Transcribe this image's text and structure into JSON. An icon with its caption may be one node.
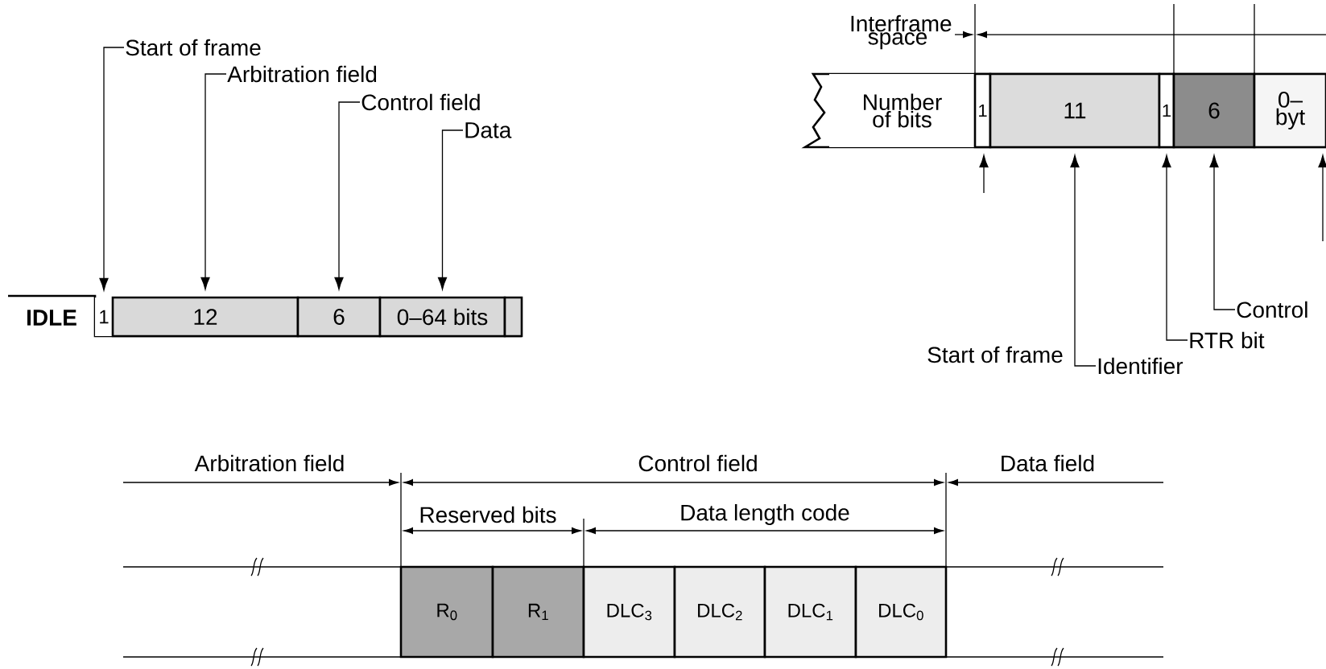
{
  "diagram": {
    "nodes": [
      {
        "text": [
          "Start of frame"
        ]
      },
      {
        "text": [
          "Arbitration field"
        ]
      },
      {
        "text": [
          "Control field"
        ]
      },
      {
        "text": [
          "Data"
        ]
      },
      {
        "text": [
          "IDLE"
        ]
      },
      {
        "text": [
          "1"
        ]
      },
      {
        "text": [
          "12"
        ]
      },
      {
        "text": [
          "6"
        ]
      },
      {
        "text": [
          "0–64 bits"
        ]
      },
      {
        "text": [],
        "shape": "box"
      },
      {
        "text": [
          "Number of bits"
        ]
      },
      {
        "text": [
          "1"
        ]
      },
      {
        "text": [
          "11"
        ]
      },
      {
        "text": [
          "1"
        ]
      },
      {
        "text": [
          "6"
        ]
      },
      {
        "text": [
          "0– byt"
        ]
      },
      {
        "text": [
          "Identifier"
        ]
      },
      {
        "text": [
          "RTR bit"
        ]
      },
      {
        "text": [
          "Control"
        ]
      },
      {
        "text": [
          "R$_{0}$"
        ]
      },
      {
        "text": [
          "R$_{1}$"
        ]
      },
      {
        "text": [
          "DLC$_{3}$"
        ]
      },
      {
        "text": [
          "DLC$_{2}$"
        ]
      },
      {
        "text": [
          "DLC$_{1}$"
        ]
      },
      {
        "text": [
          "DLC$_{0}$"
        ]
      }
    ],
    "edges": [
      {
        "from": 0,
        "to": 5,
        "arrow": "to"
      },
      {
        "from": 1,
        "to": 6,
        "arrow": "to"
      },
      {
        "from": 2,
        "to": 7,
        "arrow": "to"
      },
      {
        "from": 3,
        "to": 8,
        "arrow": "to"
      },
      {
        "from": null,
        "to": 11,
        "arrow": "to"
      },
      {
        "from": 16,
        "to": 12,
        "arrow": "to"
      },
      {
        "from": 17,
        "to": 13,
        "arrow": "to"
      },
      {
        "from": 18,
        "to": 14,
        "arrow": "to"
      },
      {
        "from": null,
        "to": 15,
        "arrow": "to"
      }
    ],
    "labels": [
      "Interframe space",
      "Start of frame",
      "Arbitration field",
      "Control field",
      "Data field",
      "Reserved bits",
      "Data length code"
    ]
  }
}
